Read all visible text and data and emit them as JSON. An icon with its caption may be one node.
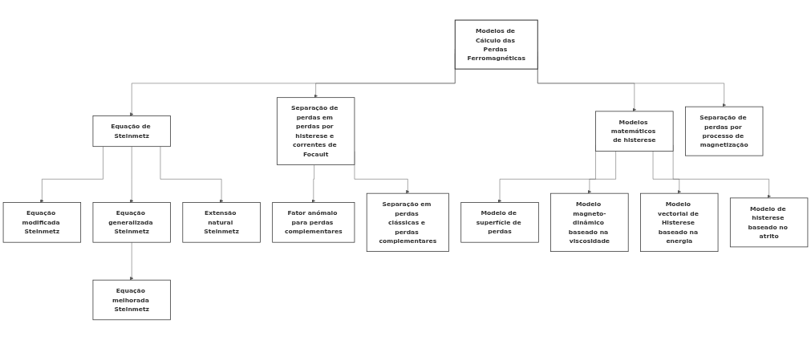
{
  "diagram": {
    "nodes": [
      {
        "text": [
          "Modelos de Cálculo das Perdas Ferromagnéticas"
        ]
      },
      {
        "text": [
          "Equação de Steinmetz"
        ]
      },
      {
        "text": [
          "Separação de perdas em perdas por histerese e correntes de Focault"
        ]
      },
      {
        "text": [
          "Modelos matemáticos de histerese"
        ]
      },
      {
        "text": [
          "Separação de perdas por processo de magnetização"
        ]
      },
      {
        "text": [
          "Equação modificada Steinmetz"
        ]
      },
      {
        "text": [
          "Equação generalizada Steinmetz"
        ]
      },
      {
        "text": [
          "Extensão natural Steinmetz"
        ]
      },
      {
        "text": [
          "Equação melhorada Steinmetz"
        ]
      },
      {
        "text": [
          "Fator anómalo para perdas complementares"
        ]
      },
      {
        "text": [
          "Separação em perdas clássicas e perdas complementares"
        ]
      },
      {
        "text": [
          "Modelo de superfície de perdas"
        ]
      },
      {
        "text": [
          "Modelo magneto-dinâmico baseado na viscosidade"
        ]
      },
      {
        "text": [
          "Modelo vectorial de Histerese baseado na energia"
        ]
      },
      {
        "text": [
          "Modelo de histerese baseado no atrito"
        ]
      }
    ],
    "edges": [
      {
        "from": 0,
        "to": 1,
        "arrow": "to"
      },
      {
        "from": 0,
        "to": 2,
        "arrow": "to"
      },
      {
        "from": 0,
        "to": 3,
        "arrow": "to"
      },
      {
        "from": 0,
        "to": 4,
        "arrow": "to"
      },
      {
        "from": 1,
        "to": 5,
        "arrow": "to"
      },
      {
        "from": 1,
        "to": 6,
        "arrow": "to"
      },
      {
        "from": 1,
        "to": 7,
        "arrow": "to"
      },
      {
        "from": 6,
        "to": 8,
        "arrow": "to"
      },
      {
        "from": 2,
        "to": 9,
        "arrow": "to"
      },
      {
        "from": 2,
        "to": 10,
        "arrow": "to"
      },
      {
        "from": 3,
        "to": 11,
        "arrow": "to"
      },
      {
        "from": 3,
        "to": 12,
        "arrow": "to"
      },
      {
        "from": 3,
        "to": 13,
        "arrow": "to"
      },
      {
        "from": 3,
        "to": 14,
        "arrow": "to"
      }
    ]
  }
}
